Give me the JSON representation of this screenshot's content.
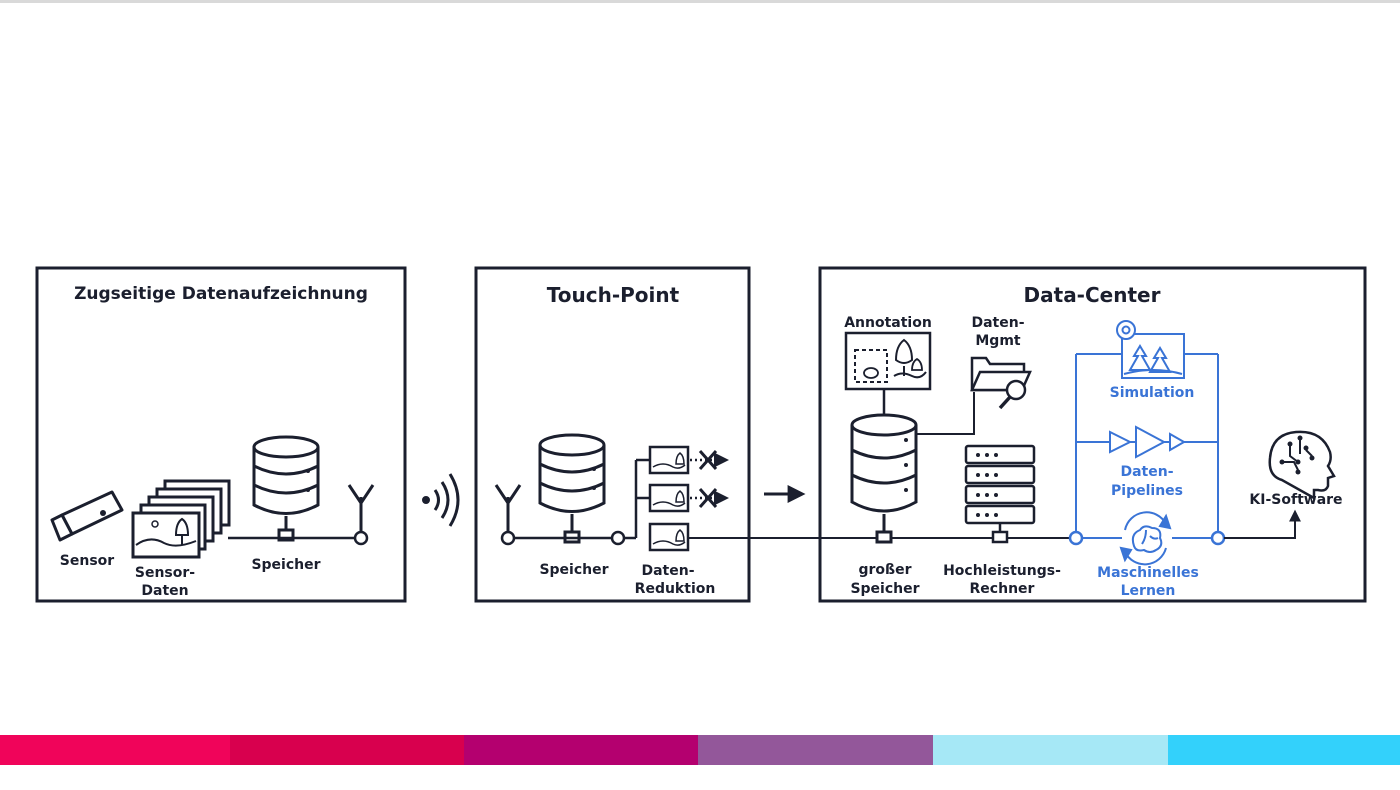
{
  "panels": {
    "onboard": {
      "title": "Zugseitige Datenaufzeichnung",
      "sensor": "Sensor",
      "sensor_data_1": "Sensor-",
      "sensor_data_2": "Daten",
      "storage": "Speicher"
    },
    "touchpoint": {
      "title": "Touch-Point",
      "storage": "Speicher",
      "reduction_1": "Daten-",
      "reduction_2": "Reduktion"
    },
    "datacenter": {
      "title": "Data-Center",
      "annotation": "Annotation",
      "mgmt_1": "Daten-",
      "mgmt_2": "Mgmt",
      "big_storage_1": "großer",
      "big_storage_2": "Speicher",
      "hpc_1": "Hochleistungs-",
      "hpc_2": "Rechner",
      "simulation": "Simulation",
      "pipelines_1": "Daten-",
      "pipelines_2": "Pipelines",
      "ml_1": "Maschinelles",
      "ml_2": "Lernen",
      "ai": "KI-Software"
    }
  },
  "colors": {
    "ink": "#1b1f2e",
    "blue": "#3a74d6",
    "bars": [
      "#f0045a",
      "#d8004e",
      "#b4006f",
      "#93579a",
      "#a6e8f6",
      "#33d1fb"
    ]
  }
}
